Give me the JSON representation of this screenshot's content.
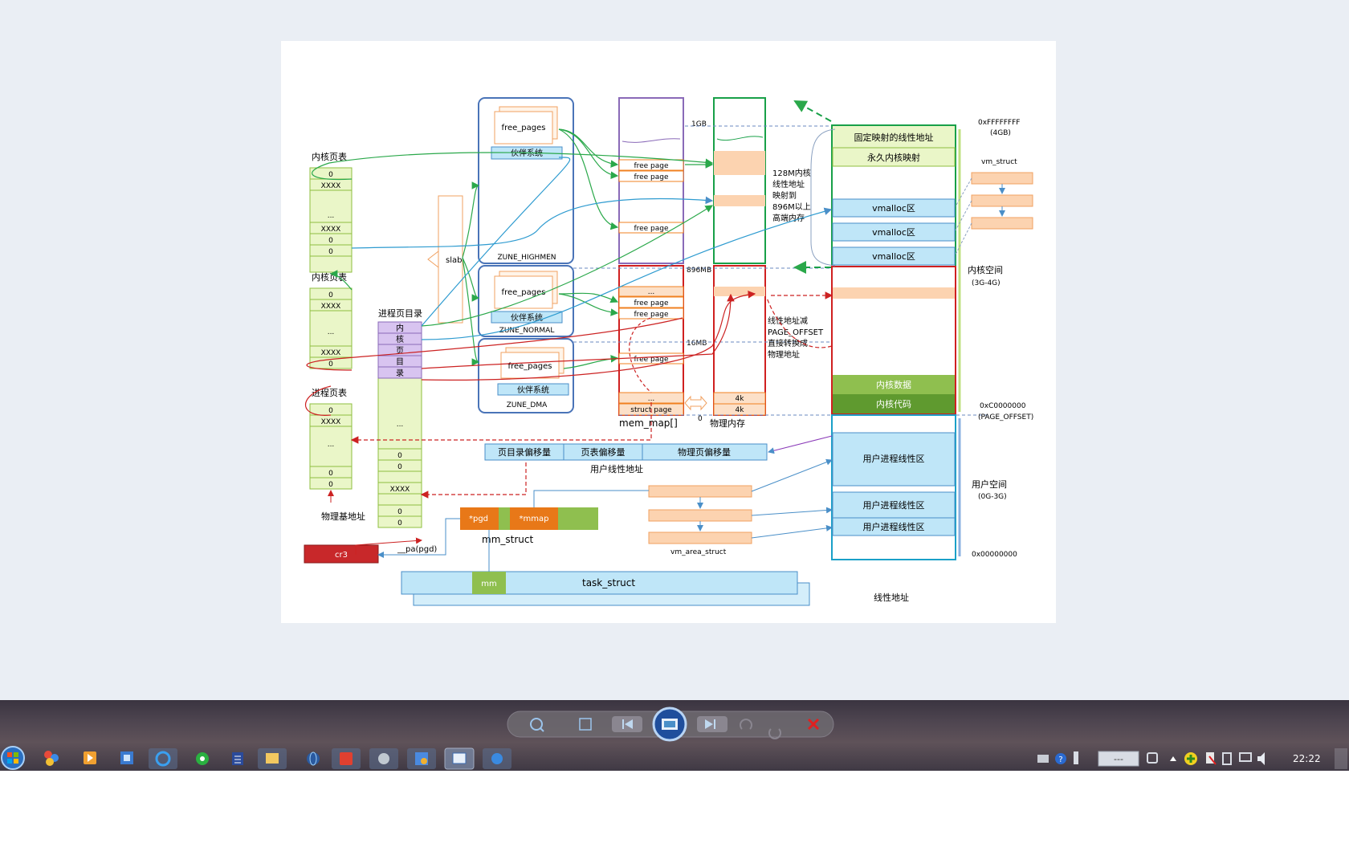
{
  "diagram": {
    "left_col": {
      "kernel_pt_title_1": "内核页表",
      "kernel_pt_1": [
        "0",
        "XXXX",
        "...",
        "XXXX",
        "0",
        "0"
      ],
      "kernel_pt_title_2": "内核页表",
      "kernel_pt_2": [
        "0",
        "XXXX",
        "...",
        "XXXX",
        "0"
      ],
      "process_pt_title": "进程页表",
      "process_pt": [
        "0",
        "XXXX",
        "...",
        "0",
        "0"
      ],
      "phys_base_label": "物理基地址",
      "cr3_label": "cr3",
      "pa_pgd_label": "__pa(pgd)"
    },
    "page_dir": {
      "title": "进程页目录",
      "kernel_cells": [
        "内",
        "核",
        "页",
        "目",
        "录"
      ],
      "cells": [
        "...",
        "0",
        "0",
        "XXXX",
        "0",
        "0"
      ]
    },
    "slab_label": "slab",
    "zones": [
      {
        "free_pages": "free_pages",
        "buddy": "伙伴系统",
        "name": "ZUNE_HIGHMEN"
      },
      {
        "free_pages": "free_pages",
        "buddy": "伙伴系统",
        "name": "ZUNE_NORMAL"
      },
      {
        "free_pages": "free_pages",
        "buddy": "伙伴系统",
        "name": "ZUNE_DMA"
      }
    ],
    "mem_map": {
      "free_page": "free page",
      "ellipsis": "...",
      "struct_page": "struct page",
      "label": "mem_map[]"
    },
    "phys": {
      "label_1gb": "1GB",
      "label_896": "896MB",
      "label_16": "16MB",
      "label_zero": "0",
      "cell_4k": "4k",
      "label": "物理内存"
    },
    "notes": {
      "high_mem": [
        "128M内核",
        "线性地址",
        "映射到",
        "896M以上",
        "高端内存"
      ],
      "direct_map": [
        "线性地址减",
        "PAGE_OFFSET",
        "直接转换成",
        "物理地址"
      ]
    },
    "linear": {
      "fixmap": "固定映射的线性地址",
      "kmap": "永久内核映射",
      "vmalloc": "vmalloc区",
      "kdata": "内核数据",
      "kcode": "内核代码",
      "user_area": "用户进程线性区",
      "label": "线性地址"
    },
    "addresses": {
      "top": "0xFFFFFFFF",
      "top_sub": "(4GB)",
      "page_offset": "0xC0000000",
      "page_offset_sub": "(PAGE_OFFSET)",
      "zero": "0x00000000"
    },
    "spaces": {
      "kernel": "内核空间",
      "kernel_sub": "(3G-4G)",
      "user": "用户空间",
      "user_sub": "(0G-3G)"
    },
    "vm_struct": "vm_struct",
    "linear_addr": {
      "pgd_off": "页目录偏移量",
      "pt_off": "页表偏移量",
      "page_off": "物理页偏移量",
      "label": "用户线性地址"
    },
    "mm_struct": {
      "pgd": "*pgd",
      "mmap": "*mmap",
      "label": "mm_struct"
    },
    "vm_area_struct": "vm_area_struct",
    "task_struct": {
      "mm": "mm",
      "label": "task_struct"
    }
  },
  "taskbar": {
    "clock": "22:22",
    "field_value": "---",
    "pinned_icons": [
      "start-orb-icon",
      "paint-icon",
      "media-player-icon",
      "network-icon",
      "internet-explorer-icon",
      "green-browser-icon",
      "list-app-icon",
      "explorer-folder-icon",
      "globe-icon",
      "red-app-icon",
      "app-icon",
      "paint-app-icon",
      "window-app-icon",
      "blue-globe-icon"
    ],
    "tray_icons": [
      "keyboard-icon",
      "help-icon",
      "pen-icon",
      "usb-icon",
      "show-hidden-icon",
      "plus-icon",
      "flag-icon",
      "device-icon",
      "network-tray-icon",
      "volume-icon"
    ]
  },
  "viewer_controls": [
    "zoom-icon",
    "actual-size-icon",
    "previous-icon",
    "slideshow-icon",
    "next-icon",
    "rotate-left-icon",
    "rotate-right-icon",
    "delete-icon"
  ]
}
